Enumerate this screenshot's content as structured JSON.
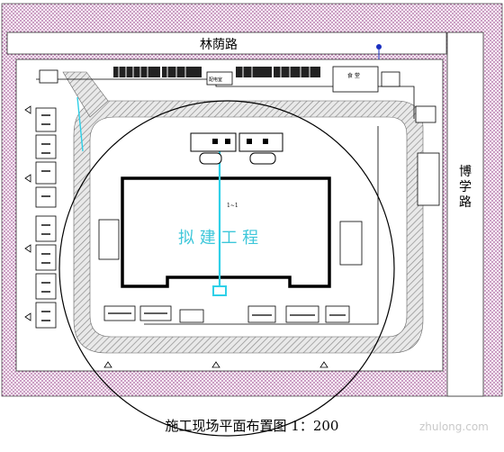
{
  "roads": {
    "north": "林荫路",
    "east": "博学路"
  },
  "building": {
    "label": "拟 建 工 程",
    "tag": "1~1"
  },
  "facilities": {
    "canteen": "食 堂",
    "power_room": "配电室"
  },
  "caption": "施工现场平面布置图 1：200",
  "watermark": "zhulong.com",
  "colors": {
    "site_fill": "#f3e4f0",
    "site_dots": "#8a2a7a",
    "road_hatch": "#9a9a9a",
    "water_line": "#2fd0e8",
    "building_label": "#3ec7da"
  }
}
